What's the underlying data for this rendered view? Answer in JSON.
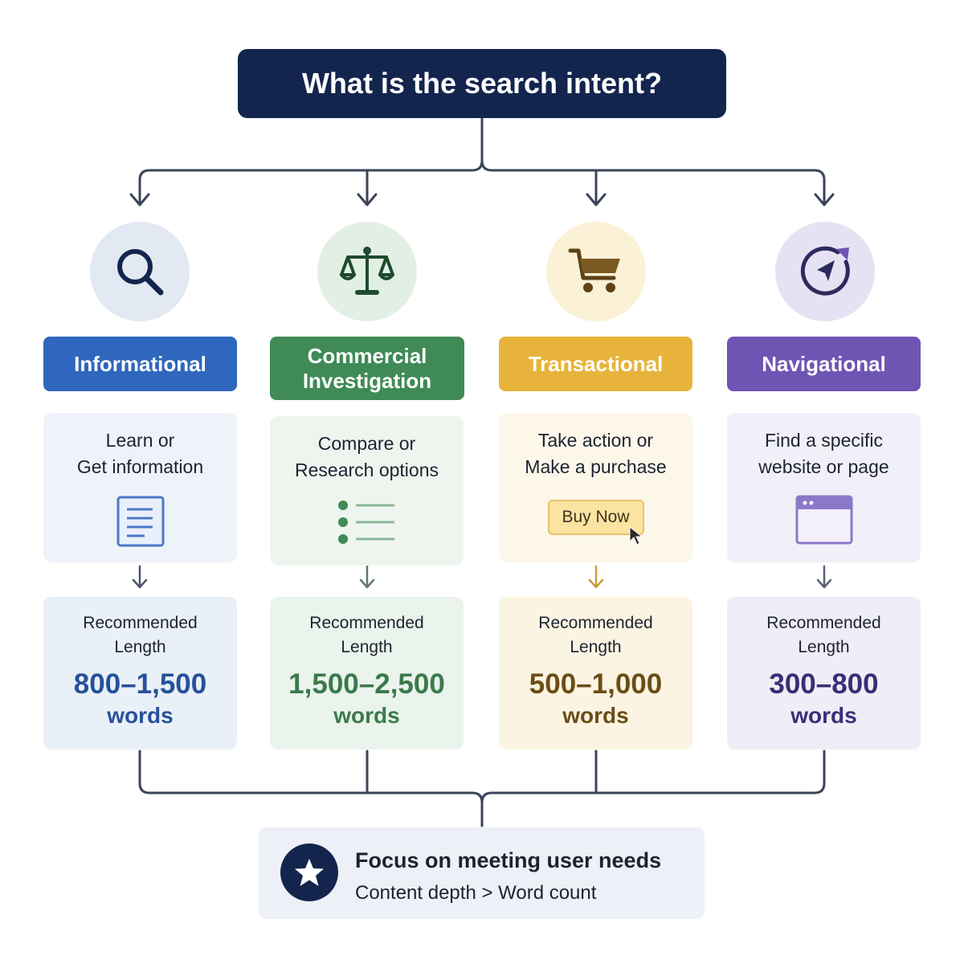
{
  "title": "What is the search intent?",
  "categories": [
    {
      "label": "Informational",
      "icon": "magnifier-icon",
      "description": "Learn or\nGet information",
      "description_icon": "document-icon",
      "length_caption": "Recommended\nLength",
      "length_range": "800–1,500",
      "length_unit": "words",
      "accent": "#2e67bd"
    },
    {
      "label": "Commercial\nInvestigation",
      "icon": "balance-scale-icon",
      "description": "Compare or\nResearch options",
      "description_icon": "bullet-list-icon",
      "length_caption": "Recommended\nLength",
      "length_range": "1,500–2,500",
      "length_unit": "words",
      "accent": "#3f8a55"
    },
    {
      "label": "Transactional",
      "icon": "shopping-cart-icon",
      "description": "Take action or\nMake a purchase",
      "button_label": "Buy Now",
      "length_caption": "Recommended\nLength",
      "length_range": "500–1,000",
      "length_unit": "words",
      "accent": "#e7b33b"
    },
    {
      "label": "Navigational",
      "icon": "compass-icon",
      "description": "Find a specific\nwebsite or page",
      "description_icon": "browser-window-icon",
      "length_caption": "Recommended\nLength",
      "length_range": "300–800",
      "length_unit": "words",
      "accent": "#6f55b3"
    }
  ],
  "footer": {
    "icon": "star-icon",
    "title": "Focus on meeting user needs",
    "subtitle": "Content depth > Word count"
  }
}
